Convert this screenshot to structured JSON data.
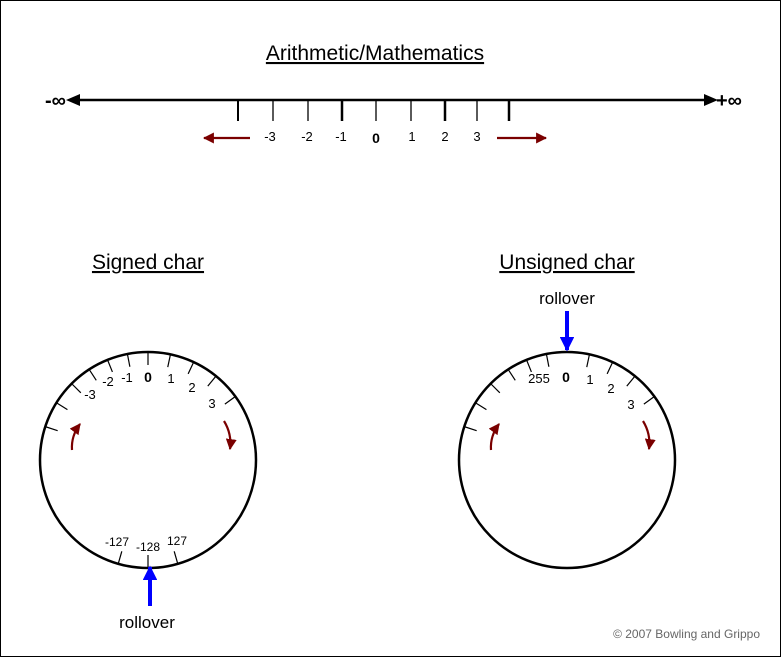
{
  "titles": {
    "main": "Arithmetic/Mathematics",
    "signed": "Signed char",
    "unsigned": "Unsigned char"
  },
  "number_line": {
    "left_end": "-∞",
    "right_end": "+∞",
    "labels": [
      "-3",
      "-2",
      "-1",
      "0",
      "1",
      "2",
      "3"
    ]
  },
  "signed_dial": {
    "top_labels": [
      "-3",
      "-2",
      "-1",
      "0",
      "1",
      "2",
      "3"
    ],
    "bottom_labels": [
      "-127",
      "-128",
      "127"
    ],
    "rollover": "rollover"
  },
  "unsigned_dial": {
    "top_labels": [
      "255",
      "0",
      "1",
      "2",
      "3"
    ],
    "rollover": "rollover"
  },
  "copyright": "© 2007 Bowling and Grippo",
  "colors": {
    "direction_arrow": "#7a0000",
    "rollover_arrow": "#0000ff",
    "line": "#000000",
    "copyright": "#666666"
  }
}
